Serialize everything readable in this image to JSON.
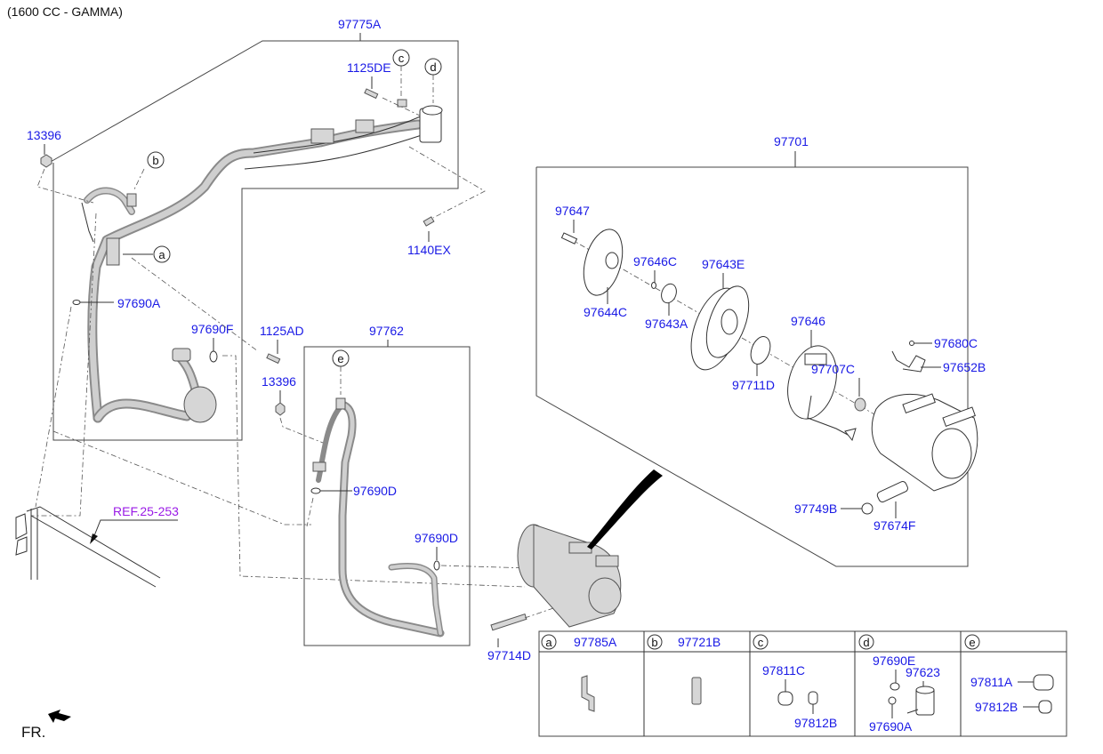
{
  "title": "(1600 CC - GAMMA)",
  "front_indicator": "FR.",
  "reference": "REF.25-253",
  "assemblies": {
    "liquid_line": "97775A",
    "discharge_hose": "97762",
    "compressor_assy": "97701"
  },
  "callout_labels": {
    "a": "a",
    "b": "b",
    "c": "c",
    "d": "d",
    "e": "e"
  },
  "part_labels": {
    "p1125DE": "1125DE",
    "p13396_top": "13396",
    "p1140EX": "1140EX",
    "p97690A": "97690A",
    "p97690F": "97690F",
    "p1125AD": "1125AD",
    "p13396_mid": "13396",
    "p97690D_1": "97690D",
    "p97690D_2": "97690D",
    "p97714D": "97714D",
    "p97647": "97647",
    "p97646C": "97646C",
    "p97643E": "97643E",
    "p97644C": "97644C",
    "p97643A": "97643A",
    "p97646": "97646",
    "p97680C": "97680C",
    "p97652B": "97652B",
    "p97707C": "97707C",
    "p97711D": "97711D",
    "p97749B": "97749B",
    "p97674F": "97674F"
  },
  "legend_table": {
    "columns": [
      {
        "key": "a",
        "part": "97785A",
        "items": []
      },
      {
        "key": "b",
        "part": "97721B",
        "items": []
      },
      {
        "key": "c",
        "part": "",
        "items": [
          "97811C",
          "97812B"
        ]
      },
      {
        "key": "d",
        "part": "",
        "items": [
          "97690E",
          "97623",
          "97690A"
        ]
      },
      {
        "key": "e",
        "part": "",
        "items": [
          "97811A",
          "97812B"
        ]
      }
    ]
  },
  "colors": {
    "part_number": "#1a1ae6",
    "reference": "#9a1ae6",
    "text": "#111111"
  }
}
